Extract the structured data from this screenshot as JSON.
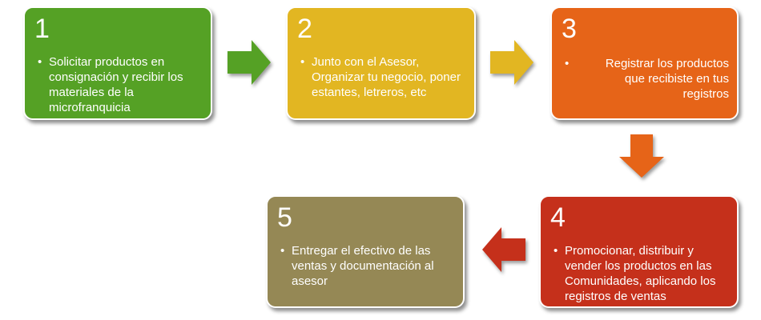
{
  "steps": [
    {
      "number": "1",
      "text": "Solicitar productos en consignación y recibir los materiales de la microfranquicia",
      "color": "#55a125"
    },
    {
      "number": "2",
      "text": "Junto con el Asesor, Organizar tu negocio, poner estantes, letreros, etc",
      "color": "#e2b622"
    },
    {
      "number": "3",
      "text": "Registrar los productos que recibiste en tus registros",
      "color": "#e66418"
    },
    {
      "number": "4",
      "text": "Promocionar, distribuir y vender los productos en las Comunidades, aplicando los registros de ventas",
      "color": "#c5301b"
    },
    {
      "number": "5",
      "text": "Entregar el efectivo de las ventas y documentación al asesor",
      "color": "#958855"
    }
  ],
  "arrow_colors": {
    "a1": "#55a125",
    "a2": "#e2b622",
    "a3": "#e66418",
    "a4": "#c5301b"
  }
}
